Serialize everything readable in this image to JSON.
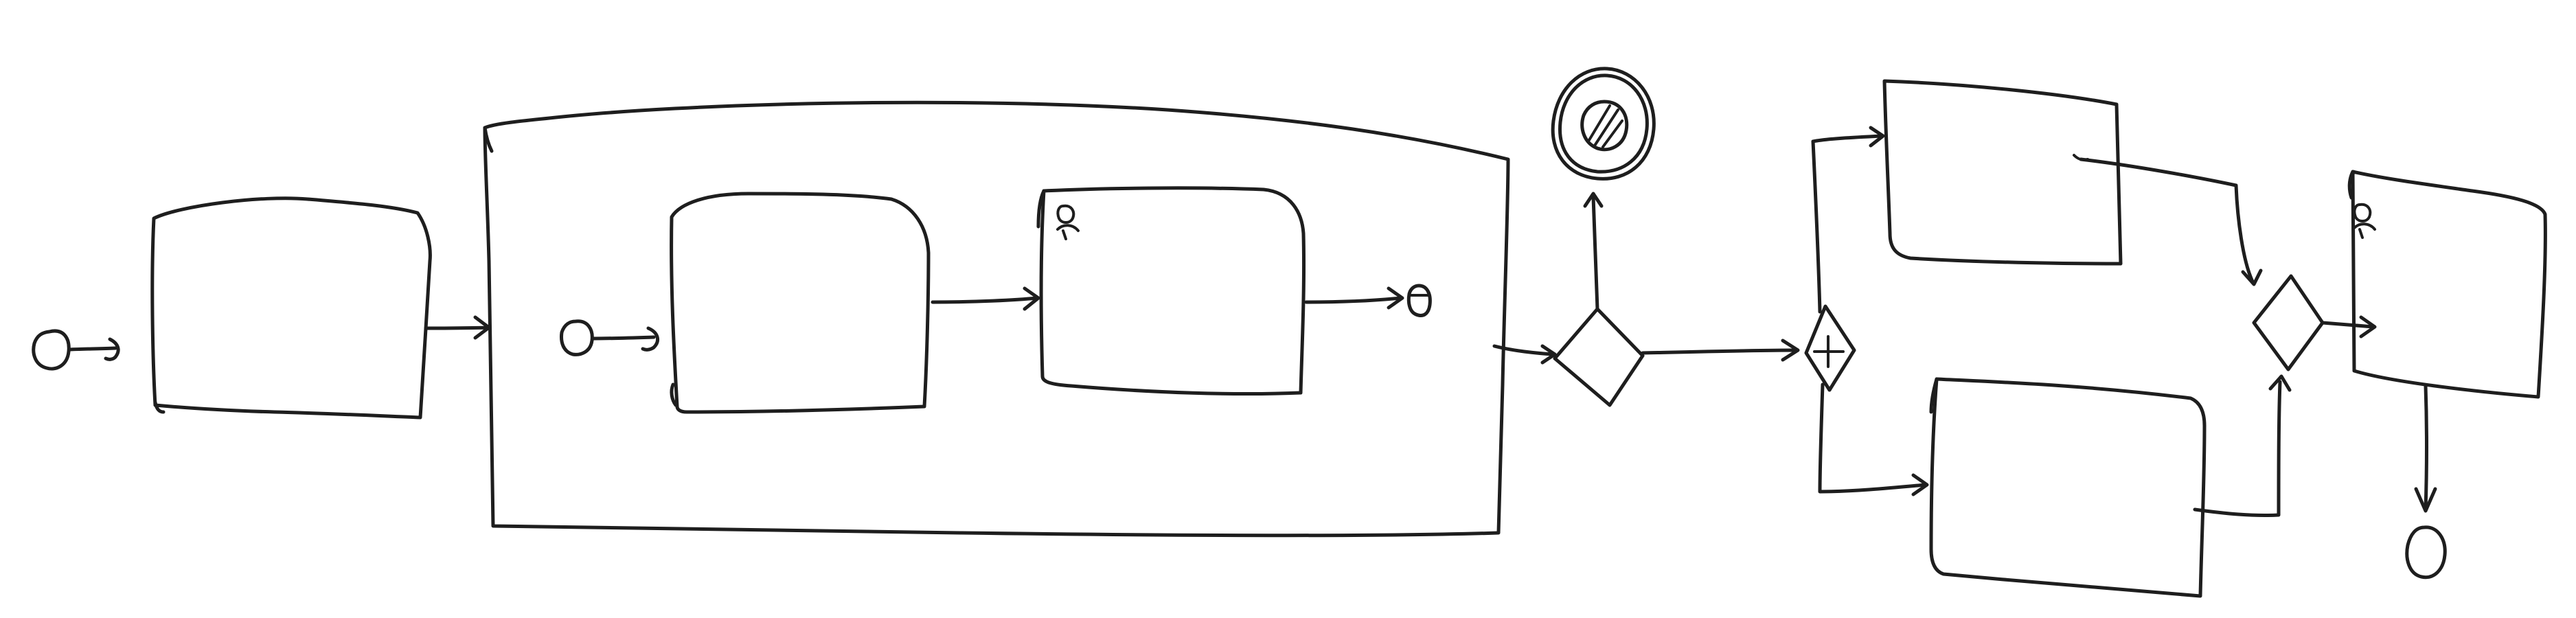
{
  "diagram": {
    "style": "hand-drawn BPMN process sketch",
    "ink_color": "#1e1e1e",
    "background_color": "#ffffff",
    "nodes": [
      {
        "id": "start-event-main",
        "kind": "start-event",
        "label": ""
      },
      {
        "id": "task-1",
        "kind": "task",
        "label": ""
      },
      {
        "id": "subprocess",
        "kind": "subprocess",
        "label": ""
      },
      {
        "id": "start-event-sub",
        "kind": "start-event",
        "label": ""
      },
      {
        "id": "sub-task-1",
        "kind": "task",
        "label": ""
      },
      {
        "id": "sub-task-2",
        "kind": "user-task",
        "label": ""
      },
      {
        "id": "end-event-sub",
        "kind": "end-event",
        "label": ""
      },
      {
        "id": "exclusive-gateway",
        "kind": "gateway",
        "label": ""
      },
      {
        "id": "error-end-event",
        "kind": "end-event-filled",
        "label": ""
      },
      {
        "id": "parallel-split-gateway",
        "kind": "parallel-gateway",
        "label": ""
      },
      {
        "id": "parallel-task-upper",
        "kind": "task",
        "label": ""
      },
      {
        "id": "parallel-task-lower",
        "kind": "task",
        "label": ""
      },
      {
        "id": "join-gateway",
        "kind": "gateway",
        "label": ""
      },
      {
        "id": "final-task",
        "kind": "user-task",
        "label": ""
      },
      {
        "id": "end-event-main",
        "kind": "end-event",
        "label": ""
      }
    ],
    "flows": [
      {
        "from": "start-event-main",
        "to": "task-1"
      },
      {
        "from": "task-1",
        "to": "subprocess"
      },
      {
        "from": "start-event-sub",
        "to": "sub-task-1"
      },
      {
        "from": "sub-task-1",
        "to": "sub-task-2"
      },
      {
        "from": "sub-task-2",
        "to": "end-event-sub"
      },
      {
        "from": "subprocess",
        "to": "exclusive-gateway"
      },
      {
        "from": "exclusive-gateway",
        "to": "error-end-event"
      },
      {
        "from": "exclusive-gateway",
        "to": "parallel-split-gateway"
      },
      {
        "from": "parallel-split-gateway",
        "to": "parallel-task-upper"
      },
      {
        "from": "parallel-split-gateway",
        "to": "parallel-task-lower"
      },
      {
        "from": "parallel-task-upper",
        "to": "join-gateway"
      },
      {
        "from": "parallel-task-lower",
        "to": "join-gateway"
      },
      {
        "from": "join-gateway",
        "to": "final-task"
      },
      {
        "from": "final-task",
        "to": "end-event-main"
      }
    ]
  }
}
